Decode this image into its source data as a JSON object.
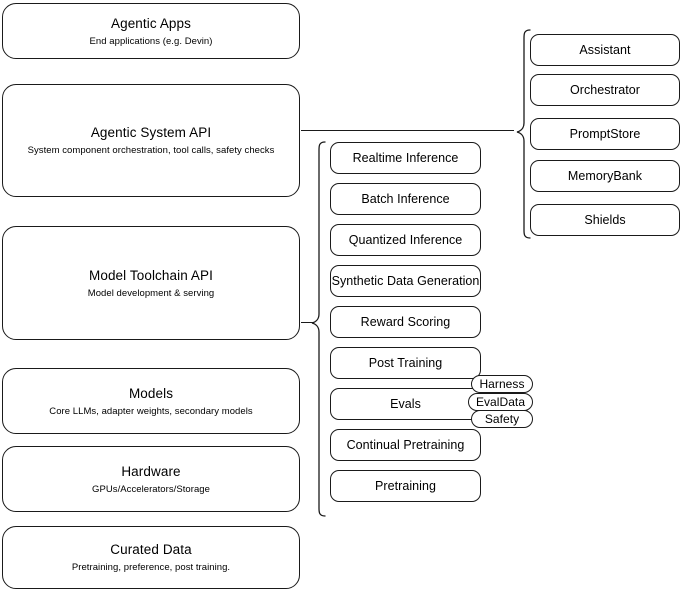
{
  "diagram": {
    "title": "AI stack layered architecture diagram",
    "colors": {
      "stroke": "#1a1a1a",
      "fill": "#ffffff",
      "background": "#ffffff"
    },
    "layers": [
      {
        "id": "agentic-apps",
        "title": "Agentic Apps",
        "subtitle": "End applications (e.g. Devin)"
      },
      {
        "id": "agentic-system-api",
        "title": "Agentic System API",
        "subtitle": "System component orchestration, tool calls, safety checks"
      },
      {
        "id": "model-toolchain-api",
        "title": "Model Toolchain API",
        "subtitle": "Model development & serving"
      },
      {
        "id": "models",
        "title": "Models",
        "subtitle": "Core LLMs, adapter weights, secondary models"
      },
      {
        "id": "hardware",
        "title": "Hardware",
        "subtitle": "GPUs/Accelerators/Storage"
      },
      {
        "id": "curated-data",
        "title": "Curated Data",
        "subtitle": "Pretraining, preference, post training."
      }
    ],
    "toolchain_capabilities": [
      {
        "id": "realtime-inference",
        "label": "Realtime Inference"
      },
      {
        "id": "batch-inference",
        "label": "Batch Inference"
      },
      {
        "id": "quantized-inference",
        "label": "Quantized Inference"
      },
      {
        "id": "synthetic-data-generation",
        "label": "Synthetic Data Generation"
      },
      {
        "id": "reward-scoring",
        "label": "Reward Scoring"
      },
      {
        "id": "post-training",
        "label": "Post Training"
      },
      {
        "id": "evals",
        "label": "Evals"
      },
      {
        "id": "continual-pretraining",
        "label": "Continual Pretraining"
      },
      {
        "id": "pretraining",
        "label": "Pretraining"
      }
    ],
    "evals_badges": [
      {
        "id": "harness",
        "label": "Harness"
      },
      {
        "id": "evaldata",
        "label": "EvalData"
      },
      {
        "id": "safety",
        "label": "Safety"
      }
    ],
    "system_components": [
      {
        "id": "assistant",
        "label": "Assistant"
      },
      {
        "id": "orchestrator",
        "label": "Orchestrator"
      },
      {
        "id": "promptstore",
        "label": "PromptStore"
      },
      {
        "id": "memorybank",
        "label": "MemoryBank"
      },
      {
        "id": "shields",
        "label": "Shields"
      }
    ]
  }
}
